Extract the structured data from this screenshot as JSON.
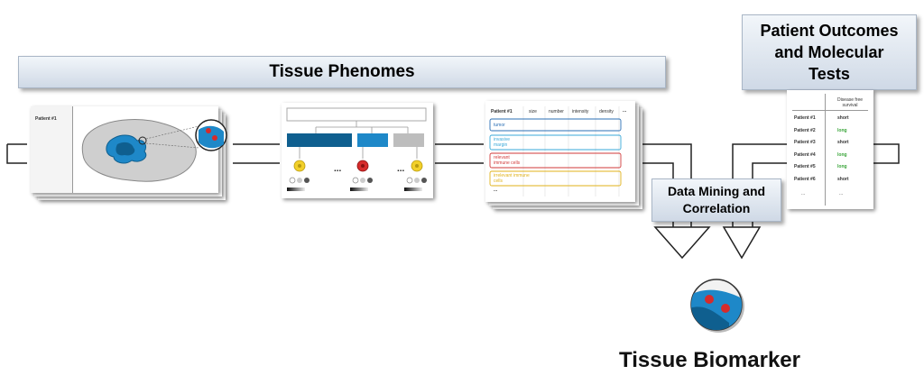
{
  "labels": {
    "tissue_phenomes": "Tissue Phenomes",
    "patient_outcomes_line1": "Patient Outcomes",
    "patient_outcomes_line2": "and Molecular",
    "patient_outcomes_line3": "Tests",
    "data_mining_line1": "Data Mining and",
    "data_mining_line2": "Correlation",
    "tissue_biomarker": "Tissue Biomarker"
  },
  "panel1": {
    "patient": "Patient #1"
  },
  "panel3": {
    "patient": "Patient #1",
    "columns": [
      "size",
      "number",
      "intensity",
      "density",
      "..."
    ],
    "rows": [
      {
        "label": "tumor",
        "color": "#2b6fb5"
      },
      {
        "label": "invasive margin",
        "color": "#38a8d8"
      },
      {
        "label": "relevant immune cells",
        "color": "#d23a3a"
      },
      {
        "label": "irrelevant immune cells",
        "color": "#e0b21a"
      }
    ],
    "more": "..."
  },
  "outcome_table": {
    "header": "Disease free survival",
    "rows": [
      {
        "patient": "Patient #1",
        "value": "short"
      },
      {
        "patient": "Patient #2",
        "value": "long"
      },
      {
        "patient": "Patient #3",
        "value": "short"
      },
      {
        "patient": "Patient #4",
        "value": "long"
      },
      {
        "patient": "Patient #5",
        "value": "long"
      },
      {
        "patient": "Patient #6",
        "value": "short"
      }
    ],
    "more_left": "...",
    "more_right": "...",
    "long_color": "#3aa53a"
  },
  "colors": {
    "dark_blue": "#0f5f8f",
    "mid_blue": "#1e88c8",
    "grey": "#bdbdbd",
    "red": "#d62b2b",
    "yellow": "#f2d02a"
  }
}
